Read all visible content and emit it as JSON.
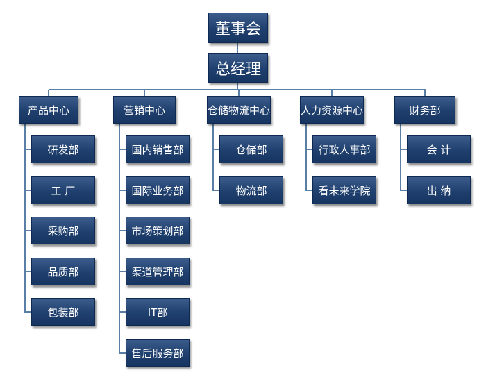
{
  "org": {
    "board": "董事会",
    "gm": "总经理",
    "departments": [
      {
        "name": "产品中心",
        "children": [
          "研发部",
          "工 厂",
          "采购部",
          "品质部",
          "包装部"
        ]
      },
      {
        "name": "营销中心",
        "children": [
          "国内销售部",
          "国际业务部",
          "市场策划部",
          "渠道管理部",
          "IT部",
          "售后服务部"
        ]
      },
      {
        "name": "仓储物流中心",
        "children": [
          "仓储部",
          "物流部"
        ]
      },
      {
        "name": "人力资源中心",
        "children": [
          "行政人事部",
          "看未来学院"
        ]
      },
      {
        "name": "财务部",
        "children": [
          "会 计",
          "出 纳"
        ]
      }
    ]
  }
}
